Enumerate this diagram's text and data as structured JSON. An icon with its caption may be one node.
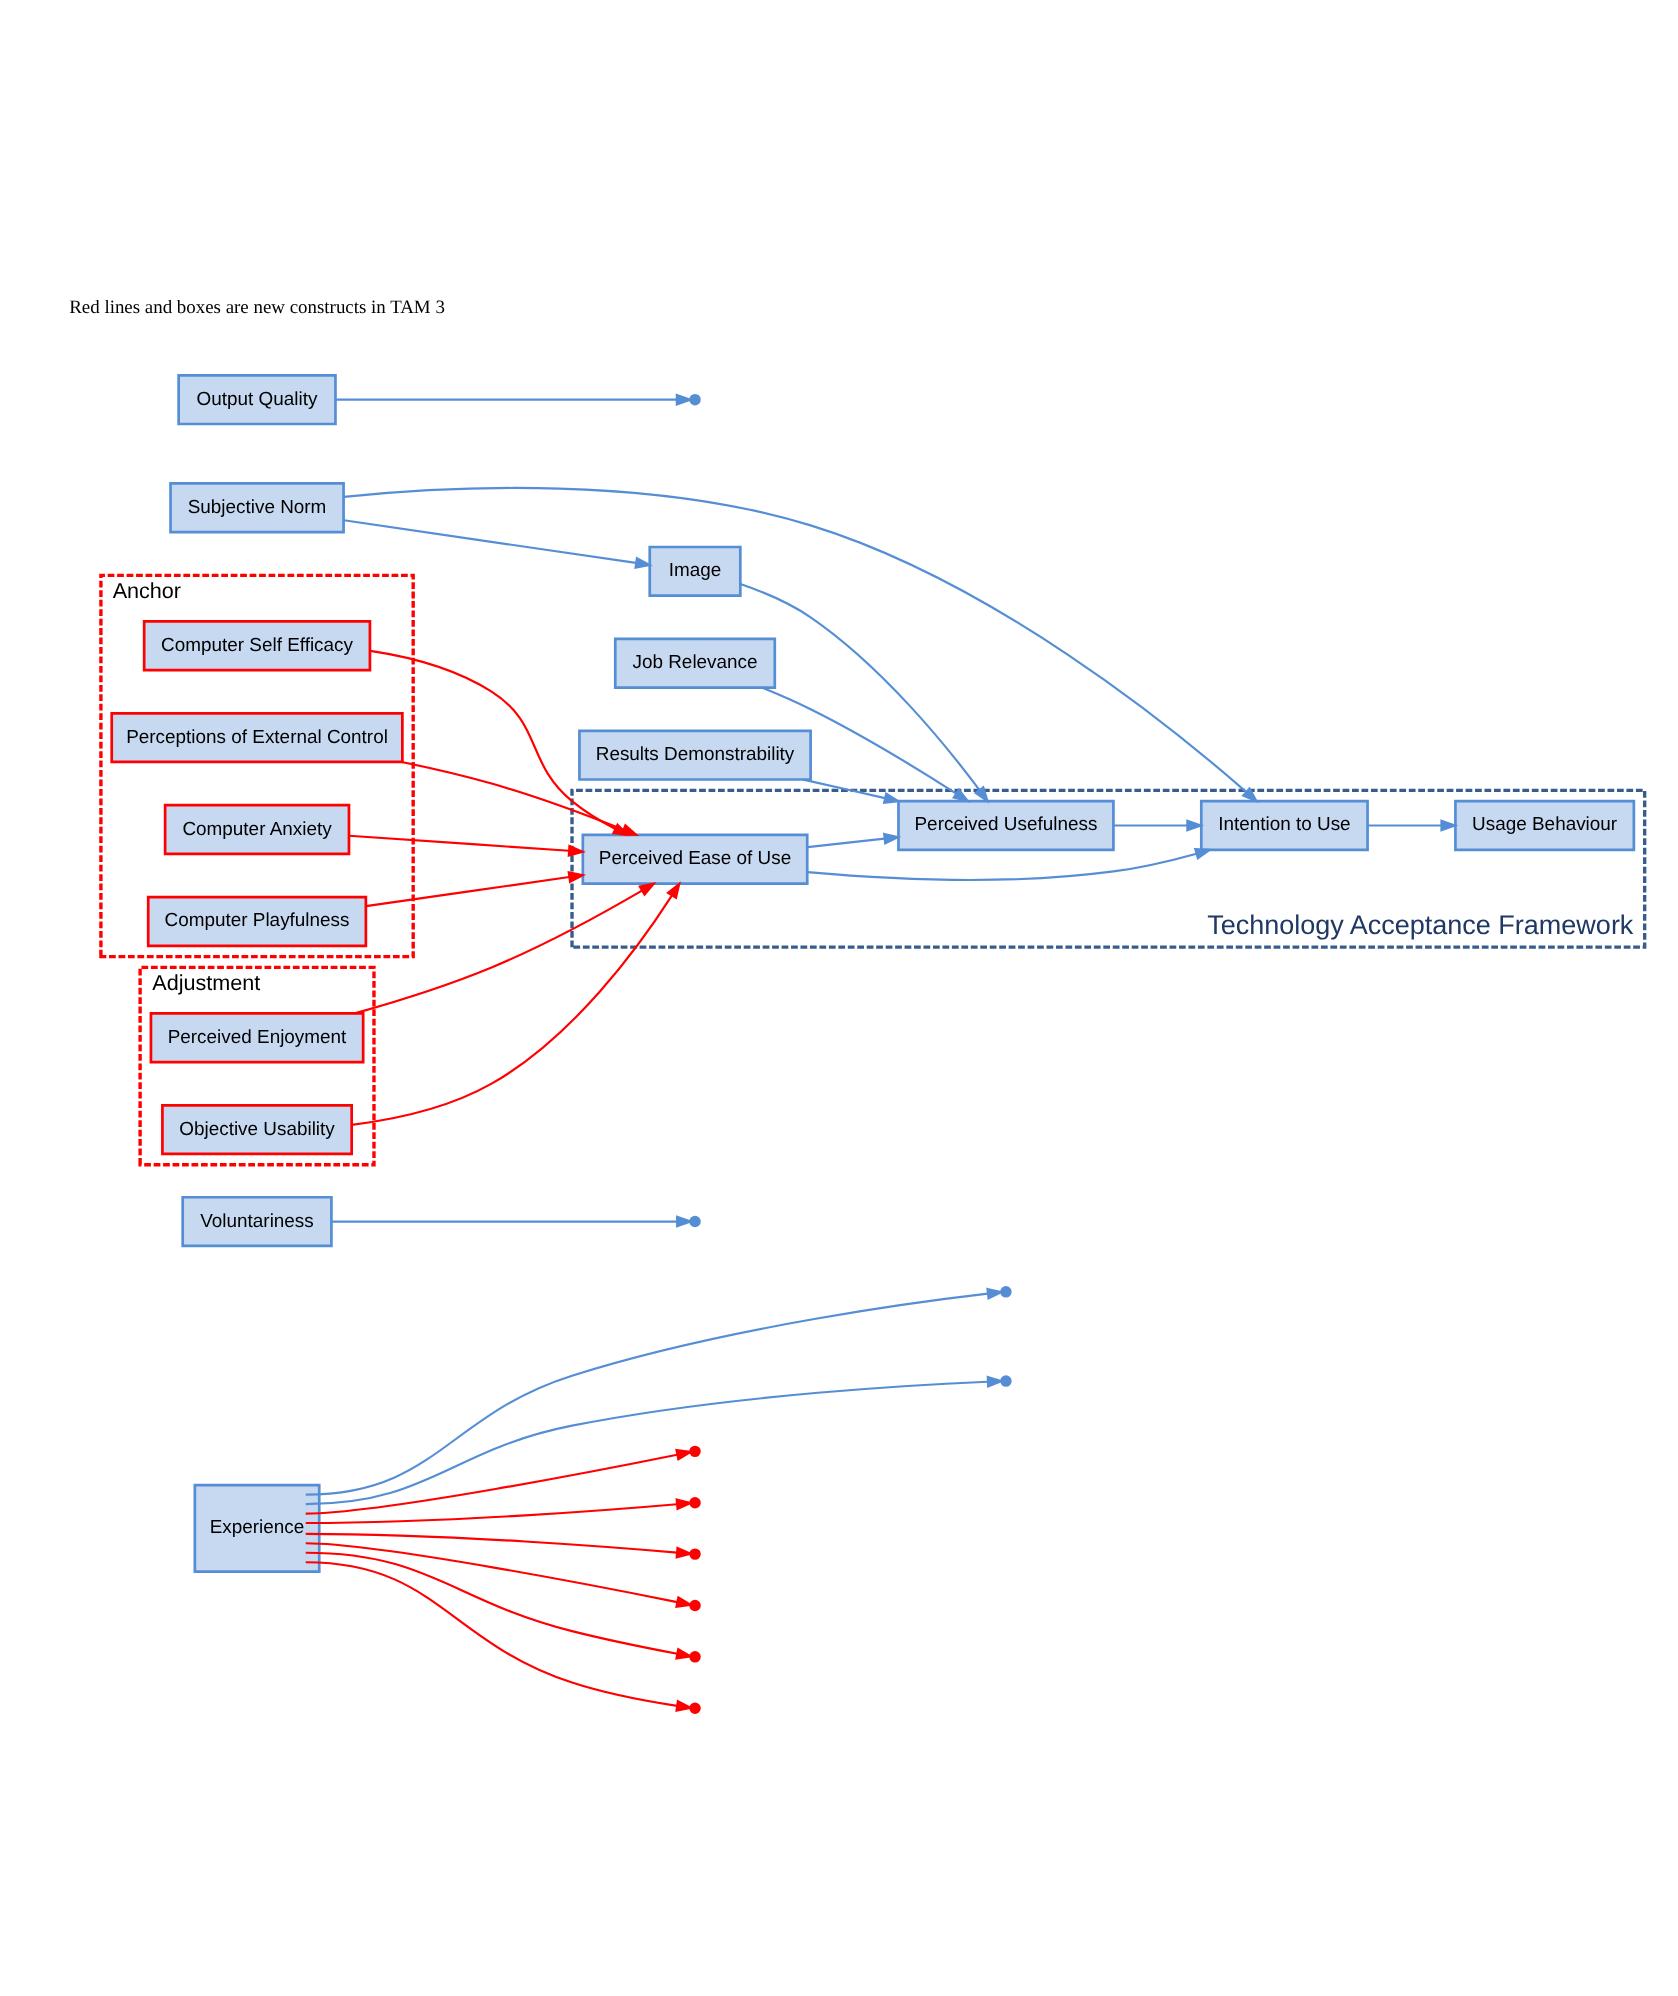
{
  "diagram": {
    "nodes": [
      {
        "text": [
          "Experience"
        ]
      },
      {
        "text": [
          "Voluntariness"
        ]
      },
      {
        "text": [
          "Subjective Norm"
        ]
      },
      {
        "text": [
          "Image"
        ]
      },
      {
        "text": [
          "Job Relevance"
        ]
      },
      {
        "text": [
          "Output Quality"
        ]
      },
      {
        "text": [
          "Results Demonstrability"
        ]
      },
      {
        "text": [
          "Technology Acceptance Framework"
        ]
      },
      {
        "text": [
          "Perceived Usefulness"
        ],
        "in": 7
      },
      {
        "text": [
          "Intention to Use"
        ],
        "in": 7
      },
      {
        "text": [
          "Usage Behaviour"
        ],
        "in": 7
      },
      {
        "text": [
          "Perceived Ease of Use"
        ],
        "in": 7
      },
      {
        "text": [
          "Anchor"
        ]
      },
      {
        "text": [
          "Computer Self Efficacy"
        ],
        "in": 12
      },
      {
        "text": [
          "Perceptions of External Control"
        ],
        "in": 12
      },
      {
        "text": [
          "Computer Anxiety"
        ],
        "in": 12
      },
      {
        "text": [
          "Computer Playfulness"
        ],
        "in": 12
      },
      {
        "text": [
          "Adjustment"
        ]
      },
      {
        "text": [
          "Perceived Enjoyment"
        ],
        "in": 17
      },
      {
        "text": [
          "Objective Usability"
        ],
        "in": 17
      }
    ],
    "edges": [
      {
        "from": 2,
        "to": 3,
        "arrow": "to"
      },
      {
        "from": 2,
        "to": 9,
        "arrow": "to"
      },
      {
        "from": 0,
        "to": null,
        "arrow": "to"
      },
      {
        "from": 0,
        "to": null,
        "arrow": "to"
      },
      {
        "from": 0,
        "to": null,
        "arrow": "to",
        "color": "#ff0000"
      },
      {
        "from": 0,
        "to": null,
        "arrow": "to",
        "color": "#ff0000"
      },
      {
        "from": 0,
        "to": null,
        "arrow": "to",
        "color": "#ff0000"
      },
      {
        "from": 0,
        "to": null,
        "arrow": "to",
        "color": "#ff0000"
      },
      {
        "from": 0,
        "to": null,
        "arrow": "to",
        "color": "#ff0000"
      },
      {
        "from": 0,
        "to": null,
        "arrow": "to",
        "color": "#ff0000"
      },
      {
        "from": 1,
        "to": null,
        "arrow": "to"
      },
      {
        "from": 3,
        "to": 8,
        "arrow": "to"
      },
      {
        "from": 4,
        "to": 8,
        "arrow": "to"
      },
      {
        "from": 5,
        "to": null,
        "arrow": "to"
      },
      {
        "from": 6,
        "to": 8,
        "arrow": "to"
      },
      {
        "from": 8,
        "to": 9,
        "arrow": "to"
      },
      {
        "from": 11,
        "to": 8,
        "arrow": "to"
      },
      {
        "from": 11,
        "to": 9,
        "arrow": "to"
      },
      {
        "from": 9,
        "to": 10,
        "arrow": "to"
      },
      {
        "from": 13,
        "to": 11,
        "arrow": "to",
        "color": "#ff0000"
      },
      {
        "from": 14,
        "to": 11,
        "arrow": "to",
        "color": "#ff0000"
      },
      {
        "from": 15,
        "to": 11,
        "arrow": "to",
        "color": "#ff0000"
      },
      {
        "from": 16,
        "to": 11,
        "arrow": "to",
        "color": "#ff0000"
      },
      {
        "from": 18,
        "to": 11,
        "arrow": "to",
        "color": "#ff0000"
      },
      {
        "from": 19,
        "to": 11,
        "arrow": "to",
        "color": "#ff0000"
      }
    ],
    "labels": [
      "Red lines and boxes are new constructs in TAM 3"
    ]
  }
}
